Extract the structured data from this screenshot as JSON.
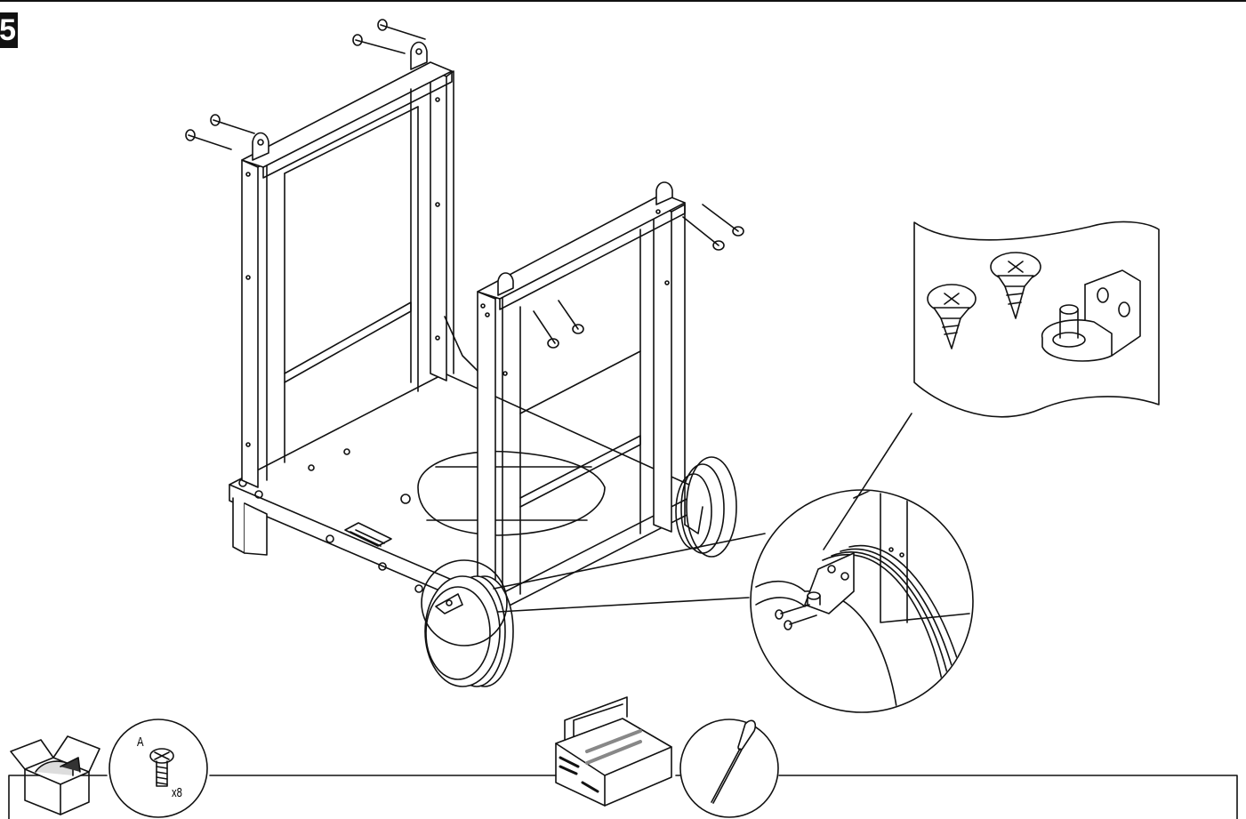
{
  "step": {
    "number": "5"
  },
  "parts": [
    {
      "letter": "A",
      "quantity": "x8",
      "icon": "screw-icon"
    }
  ],
  "icons": {
    "box": "open-box-icon",
    "toolbox": "toolbox-icon",
    "tool": "screwdriver-icon"
  }
}
